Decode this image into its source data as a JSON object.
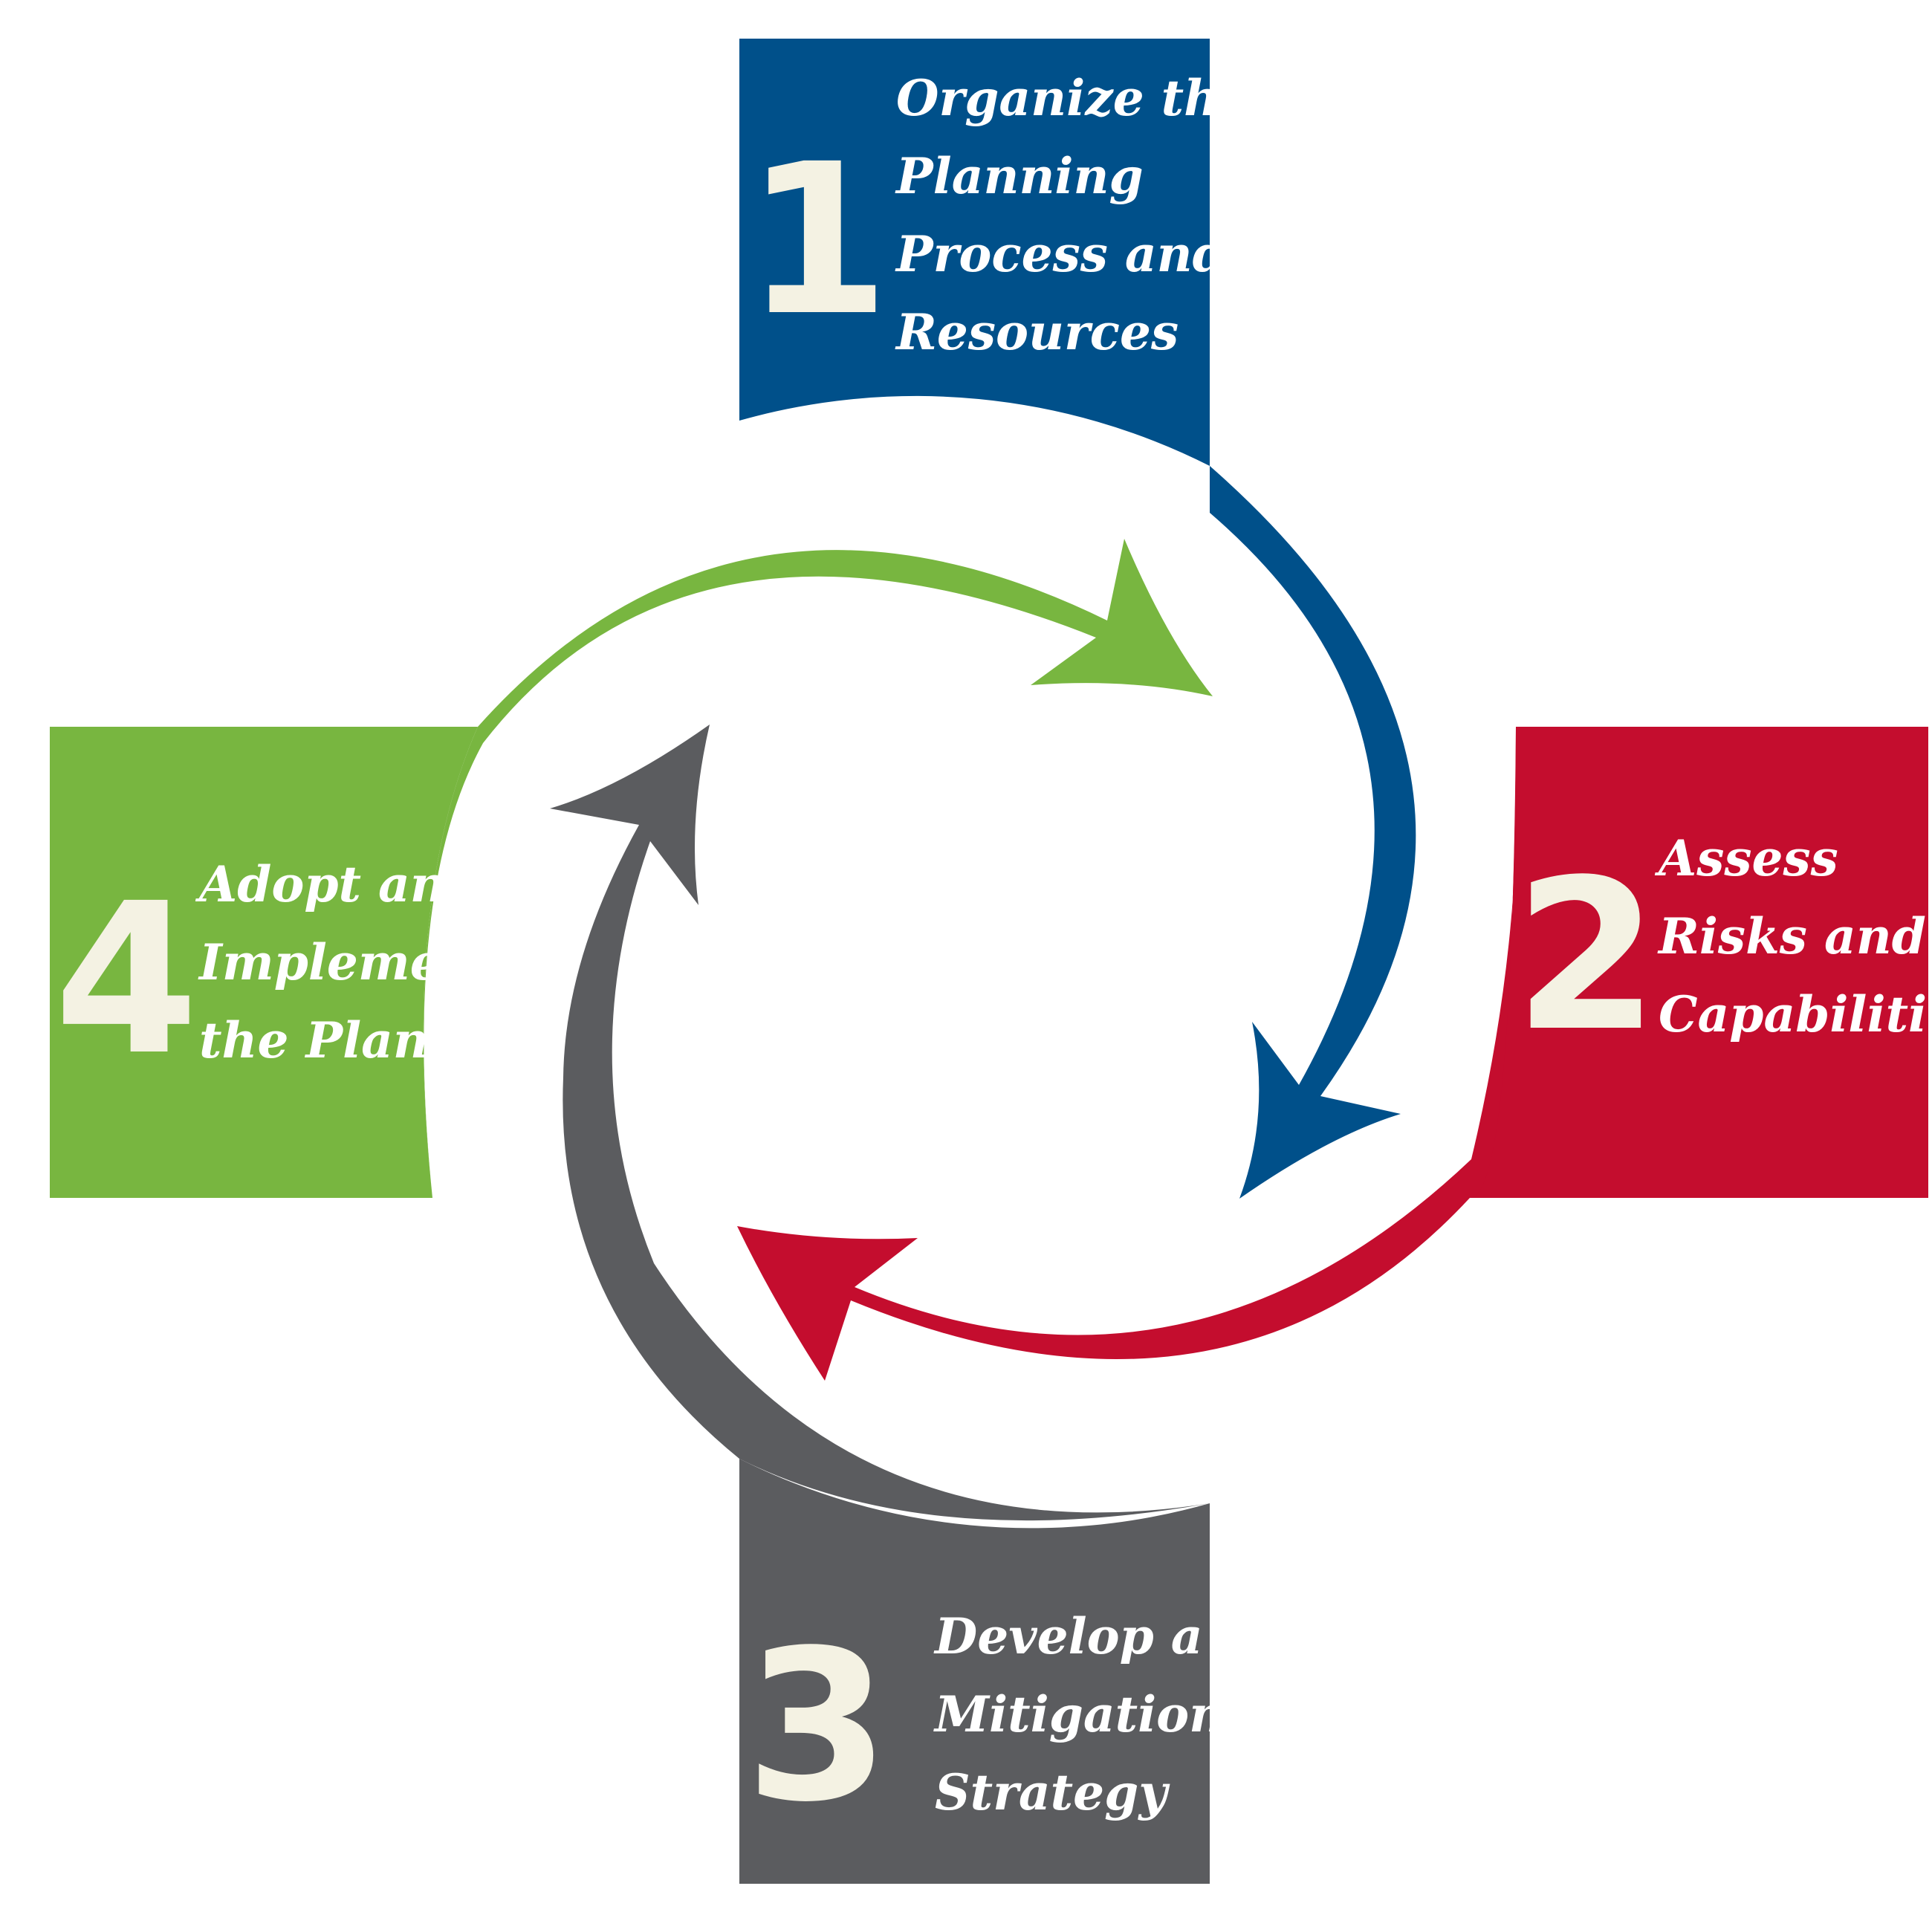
{
  "colors": {
    "step1": "#00508a",
    "step2": "#c40d2e",
    "step3": "#5b5c5f",
    "step4": "#78b640",
    "number_fill": "#f4f2e3",
    "text_fill": "#ffffff"
  },
  "steps": [
    {
      "number": "1",
      "lines": [
        "Organize the",
        "Planning",
        "Process and",
        "Resources"
      ]
    },
    {
      "number": "2",
      "lines": [
        "Assess",
        "Risks and",
        "Capabilities"
      ]
    },
    {
      "number": "3",
      "lines": [
        "Develop a",
        "Mitigation",
        "Strategy"
      ]
    },
    {
      "number": "4",
      "lines": [
        "Adopt and",
        "Implement",
        "the Plan"
      ]
    }
  ]
}
